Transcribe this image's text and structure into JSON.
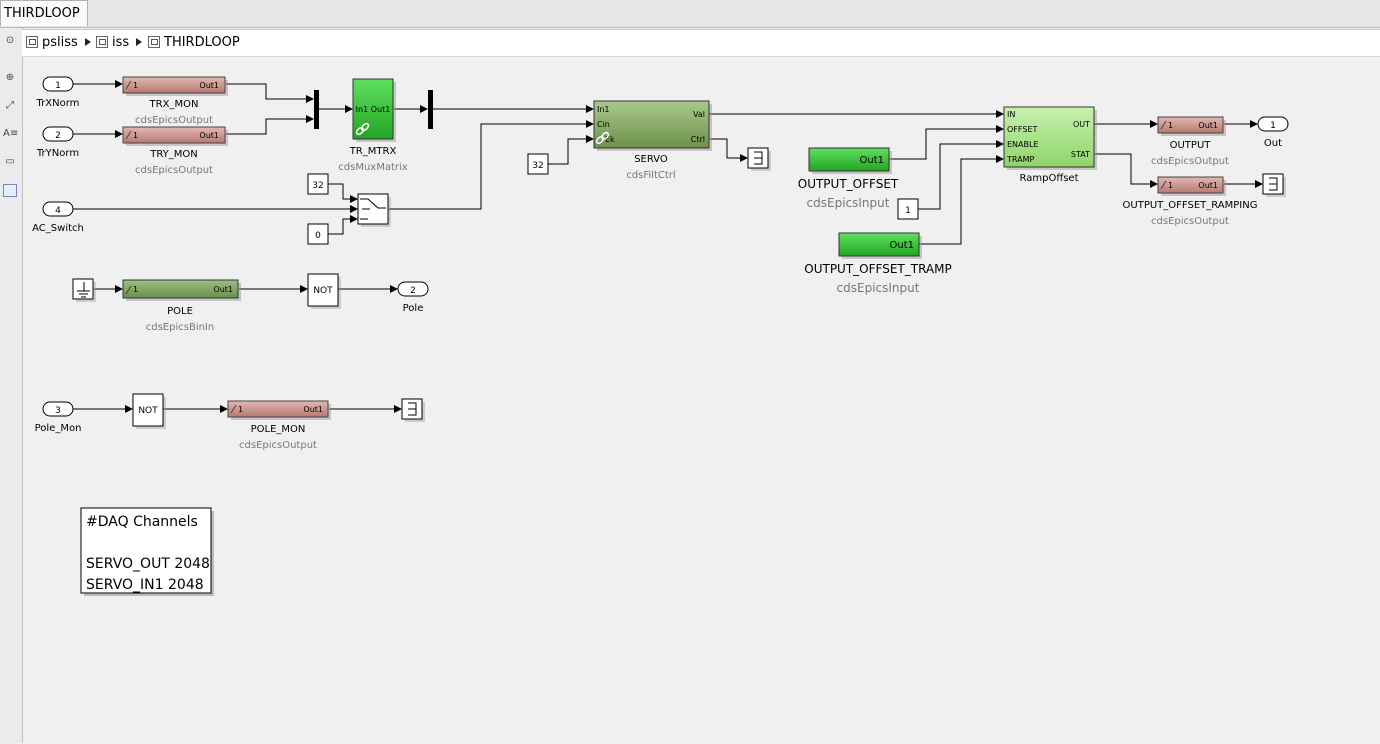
{
  "tab": {
    "title": "THIRDLOOP"
  },
  "breadcrumb": [
    "psliss",
    "iss",
    "THIRDLOOP"
  ],
  "ports": {
    "in1": {
      "num": "1",
      "name": "TrXNorm"
    },
    "in2": {
      "num": "2",
      "name": "TrYNorm"
    },
    "in4": {
      "num": "4",
      "name": "AC_Switch"
    },
    "in3": {
      "num": "3",
      "name": "Pole_Mon"
    },
    "out1": {
      "num": "1",
      "name": "Out"
    },
    "out2": {
      "num": "2",
      "name": "Pole"
    }
  },
  "blocks": {
    "trx_mon": {
      "name": "TRX_MON",
      "lib": "cdsEpicsOutput",
      "in": "1",
      "out": "Out1"
    },
    "try_mon": {
      "name": "TRY_MON",
      "lib": "cdsEpicsOutput",
      "in": "1",
      "out": "Out1"
    },
    "tr_mtrx": {
      "name": "TR_MTRX",
      "lib": "cdsMuxMatrix",
      "ports": "In1 Out1"
    },
    "servo": {
      "name": "SERVO",
      "lib": "cdsFiltCtrl",
      "in1": "In1",
      "in2": "Cin",
      "in3": "Ek",
      "out1": "Val",
      "out2": "Ctrl"
    },
    "pole": {
      "name": "POLE",
      "lib": "cdsEpicsBinIn",
      "in": "1",
      "out": "Out1"
    },
    "not1": {
      "label": "NOT"
    },
    "not2": {
      "label": "NOT"
    },
    "pole_mon": {
      "name": "POLE_MON",
      "lib": "cdsEpicsOutput",
      "in": "1",
      "out": "Out1"
    },
    "output_offset": {
      "name": "OUTPUT_OFFSET",
      "lib": "cdsEpicsInput",
      "out": "Out1"
    },
    "output_offset_tramp": {
      "name": "OUTPUT_OFFSET_TRAMP",
      "lib": "cdsEpicsInput",
      "out": "Out1"
    },
    "rampoffset": {
      "name": "RampOffset",
      "in1": "IN",
      "in2": "OFFSET",
      "in3": "ENABLE",
      "in4": "TRAMP",
      "out1": "OUT",
      "out2": "STAT"
    },
    "output": {
      "name": "OUTPUT",
      "lib": "cdsEpicsOutput",
      "in": "1",
      "out": "Out1"
    },
    "output_ramping": {
      "name": "OUTPUT_OFFSET_RAMPING",
      "lib": "cdsEpicsOutput",
      "in": "1",
      "out": "Out1"
    }
  },
  "constants": {
    "c32a": "32",
    "c0": "0",
    "c32b": "32",
    "c1": "1"
  },
  "note": {
    "line1": "#DAQ Channels",
    "line2": "SERVO_OUT 2048",
    "line3": "SERVO_IN1 2048"
  },
  "colors": {
    "epics_output": "#c9908a",
    "epics_input": "#3ec23e",
    "filt_ctrl": "#8fb069",
    "mux_matrix": "#3ec23e",
    "ramp_offset": "#a6e08a",
    "canvas_bg": "#f0f0f0"
  }
}
